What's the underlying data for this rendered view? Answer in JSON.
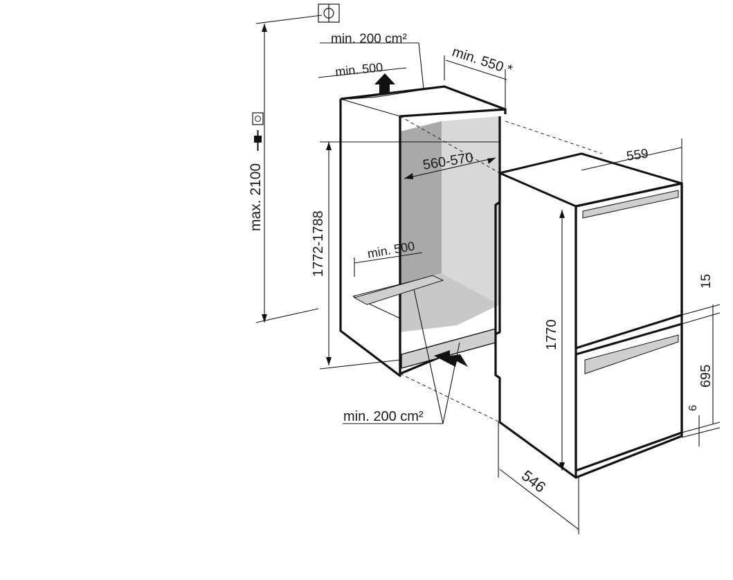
{
  "labels": {
    "vent_top_area": "min. 200 cm²",
    "vent_top_depth": "min. 500",
    "depth_top": "min. 550 *",
    "niche_width": "560-570",
    "niche_height": "1772-1788",
    "max_height": "max. 2100",
    "vent_bottom_depth": "min. 500",
    "vent_bottom_area": "min. 200 cm²",
    "appliance_width": "559",
    "appliance_height": "1770",
    "gap_mid": "15",
    "lower_door": "695",
    "gap_bottom": "6",
    "appliance_depth": "546"
  },
  "icons": [
    "ground-symbol-icon",
    "power-socket-icon",
    "power-plug-icon"
  ],
  "colors": {
    "line": "#111111",
    "shade_dark": "#a8a8a8",
    "shade_light": "#d6d6d6",
    "vent": "#cfcfcf"
  }
}
